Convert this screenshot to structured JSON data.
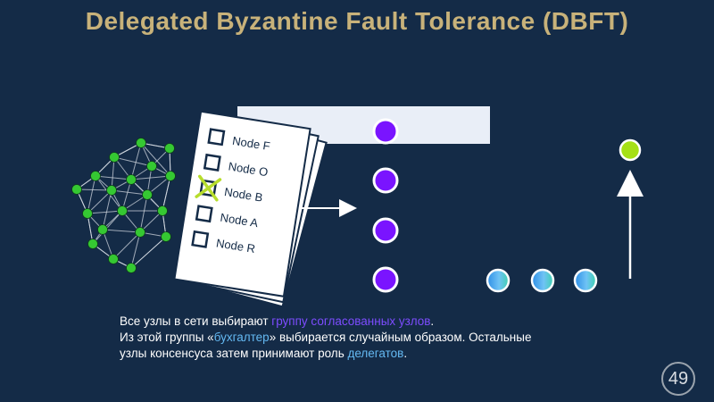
{
  "slide": {
    "title": "Delegated Byzantine Fault Tolerance (DBFT)",
    "title_color": "#c8b27a",
    "background": "#142b47",
    "page_number": "49"
  },
  "ballot": {
    "items": [
      {
        "label": "Node F",
        "checked": false
      },
      {
        "label": "Node O",
        "checked": false
      },
      {
        "label": "Node B",
        "checked": true
      },
      {
        "label": "Node A",
        "checked": false
      },
      {
        "label": "Node R",
        "checked": false
      }
    ]
  },
  "colors": {
    "network_node": "#35c832",
    "delegate_node": "#7a14ff",
    "consensus_node": "#4ab0ef",
    "speaker_node": "#a5e016",
    "check_mark": "#b7dd2c",
    "arrow": "#ffffff"
  },
  "caption": {
    "line1_prefix": "Все узлы в сети выбирают ",
    "line1_highlight": "группу согласованных узлов",
    "line1_suffix": ".",
    "line2_prefix": "Из этой группы «",
    "line2_highlight": "бухгалтер",
    "line2_suffix": "» выбирается случайным образом. Остальные",
    "line3_prefix": "узлы консенсуса затем принимают роль ",
    "line3_highlight": "делегатов",
    "line3_suffix": "."
  }
}
